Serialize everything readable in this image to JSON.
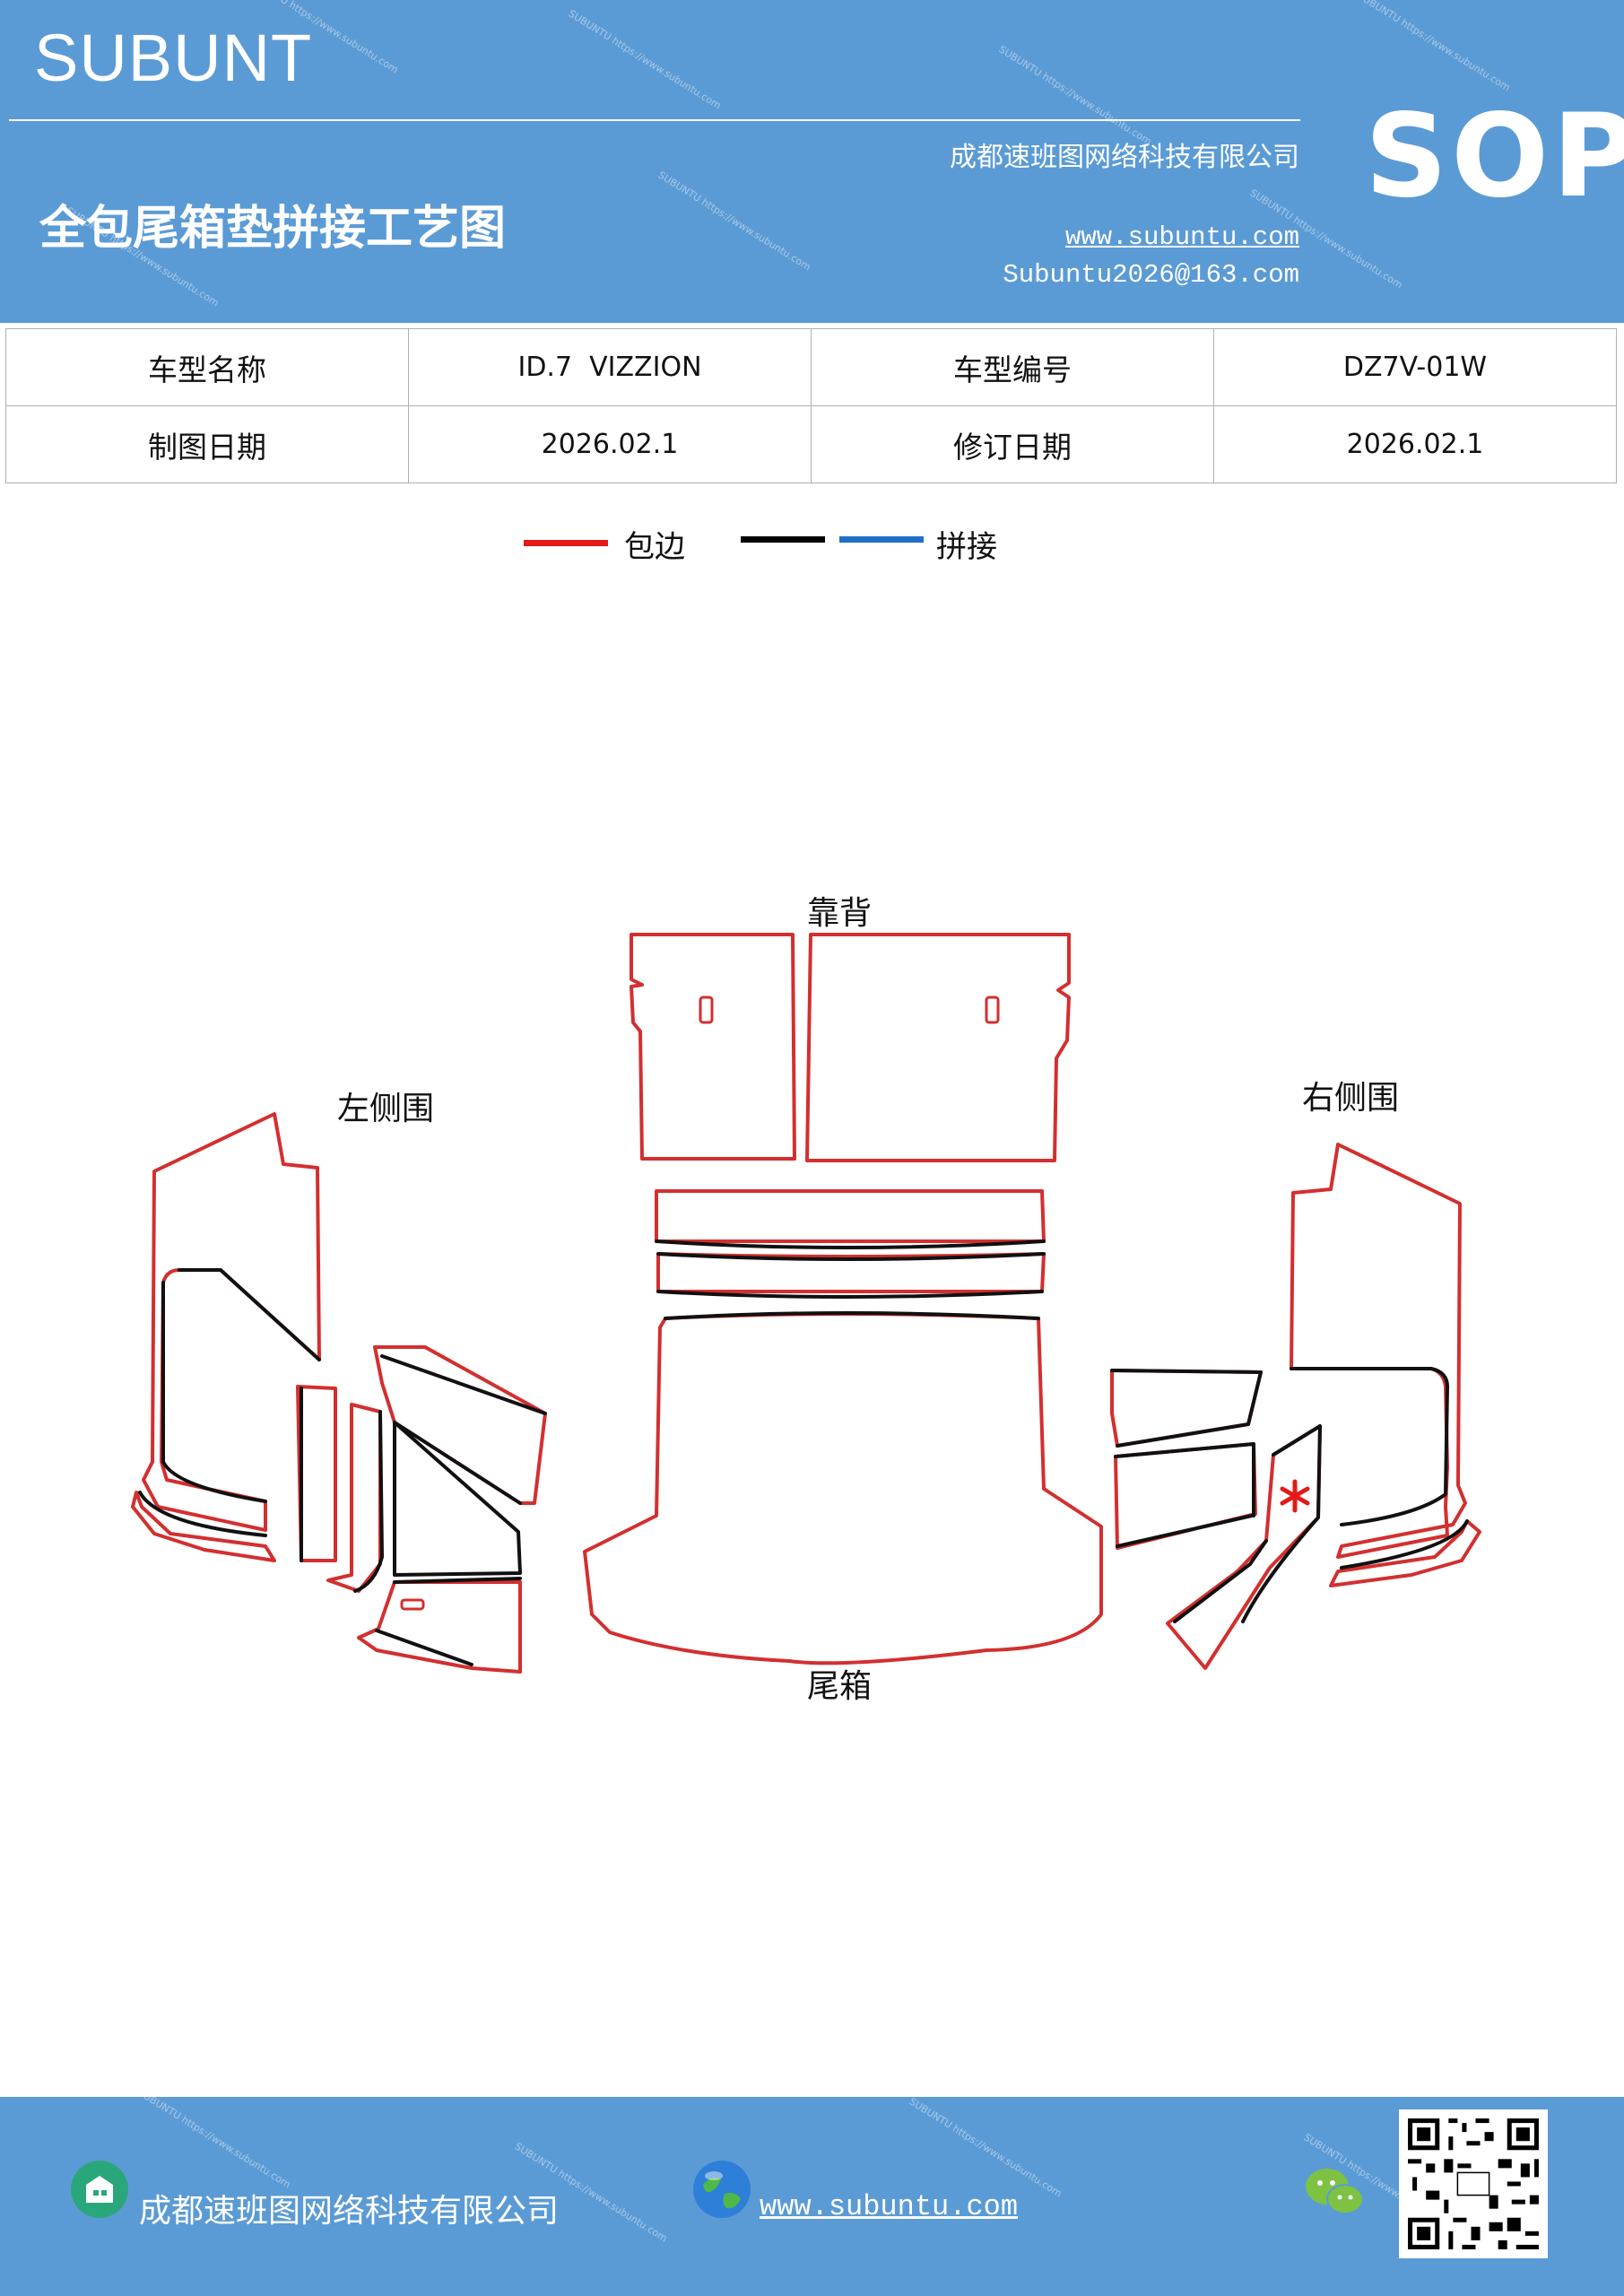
{
  "header": {
    "brand": "SUBUNT",
    "title": "全包尾箱垫拼接工艺图",
    "company": "成都速班图网络科技有限公司",
    "website": "www.subuntu.com",
    "email": "Subuntu2026@163.com",
    "badge": "SOP",
    "watermark_text": "SUBUNTU https://www.subuntu.com"
  },
  "info": {
    "row1": {
      "label1": "车型名称",
      "value1": "ID.7  VIZZION",
      "label2": "车型编号",
      "value2": "DZ7V-01W"
    },
    "row2": {
      "label1": "制图日期",
      "value1": "2026.02.1",
      "label2": "修订日期",
      "value2": "2026.02.1"
    }
  },
  "legend": {
    "edge_label": "包边",
    "splice_label": "拼接",
    "colors": {
      "edge": "#e31a1a",
      "splice_black": "#000000",
      "splice_blue": "#1f6fc6"
    }
  },
  "diagram": {
    "labels": {
      "backrest": "靠背",
      "left_side": "左侧围",
      "right_side": "右侧围",
      "trunk": "尾箱"
    },
    "colors": {
      "edge": "#d32f2f",
      "splice": "#111111"
    }
  },
  "footer": {
    "company": "成都速班图网络科技有限公司",
    "website": "www.subuntu.com",
    "icons": [
      "building-icon",
      "globe-icon",
      "wechat-icon",
      "qr-code"
    ]
  }
}
